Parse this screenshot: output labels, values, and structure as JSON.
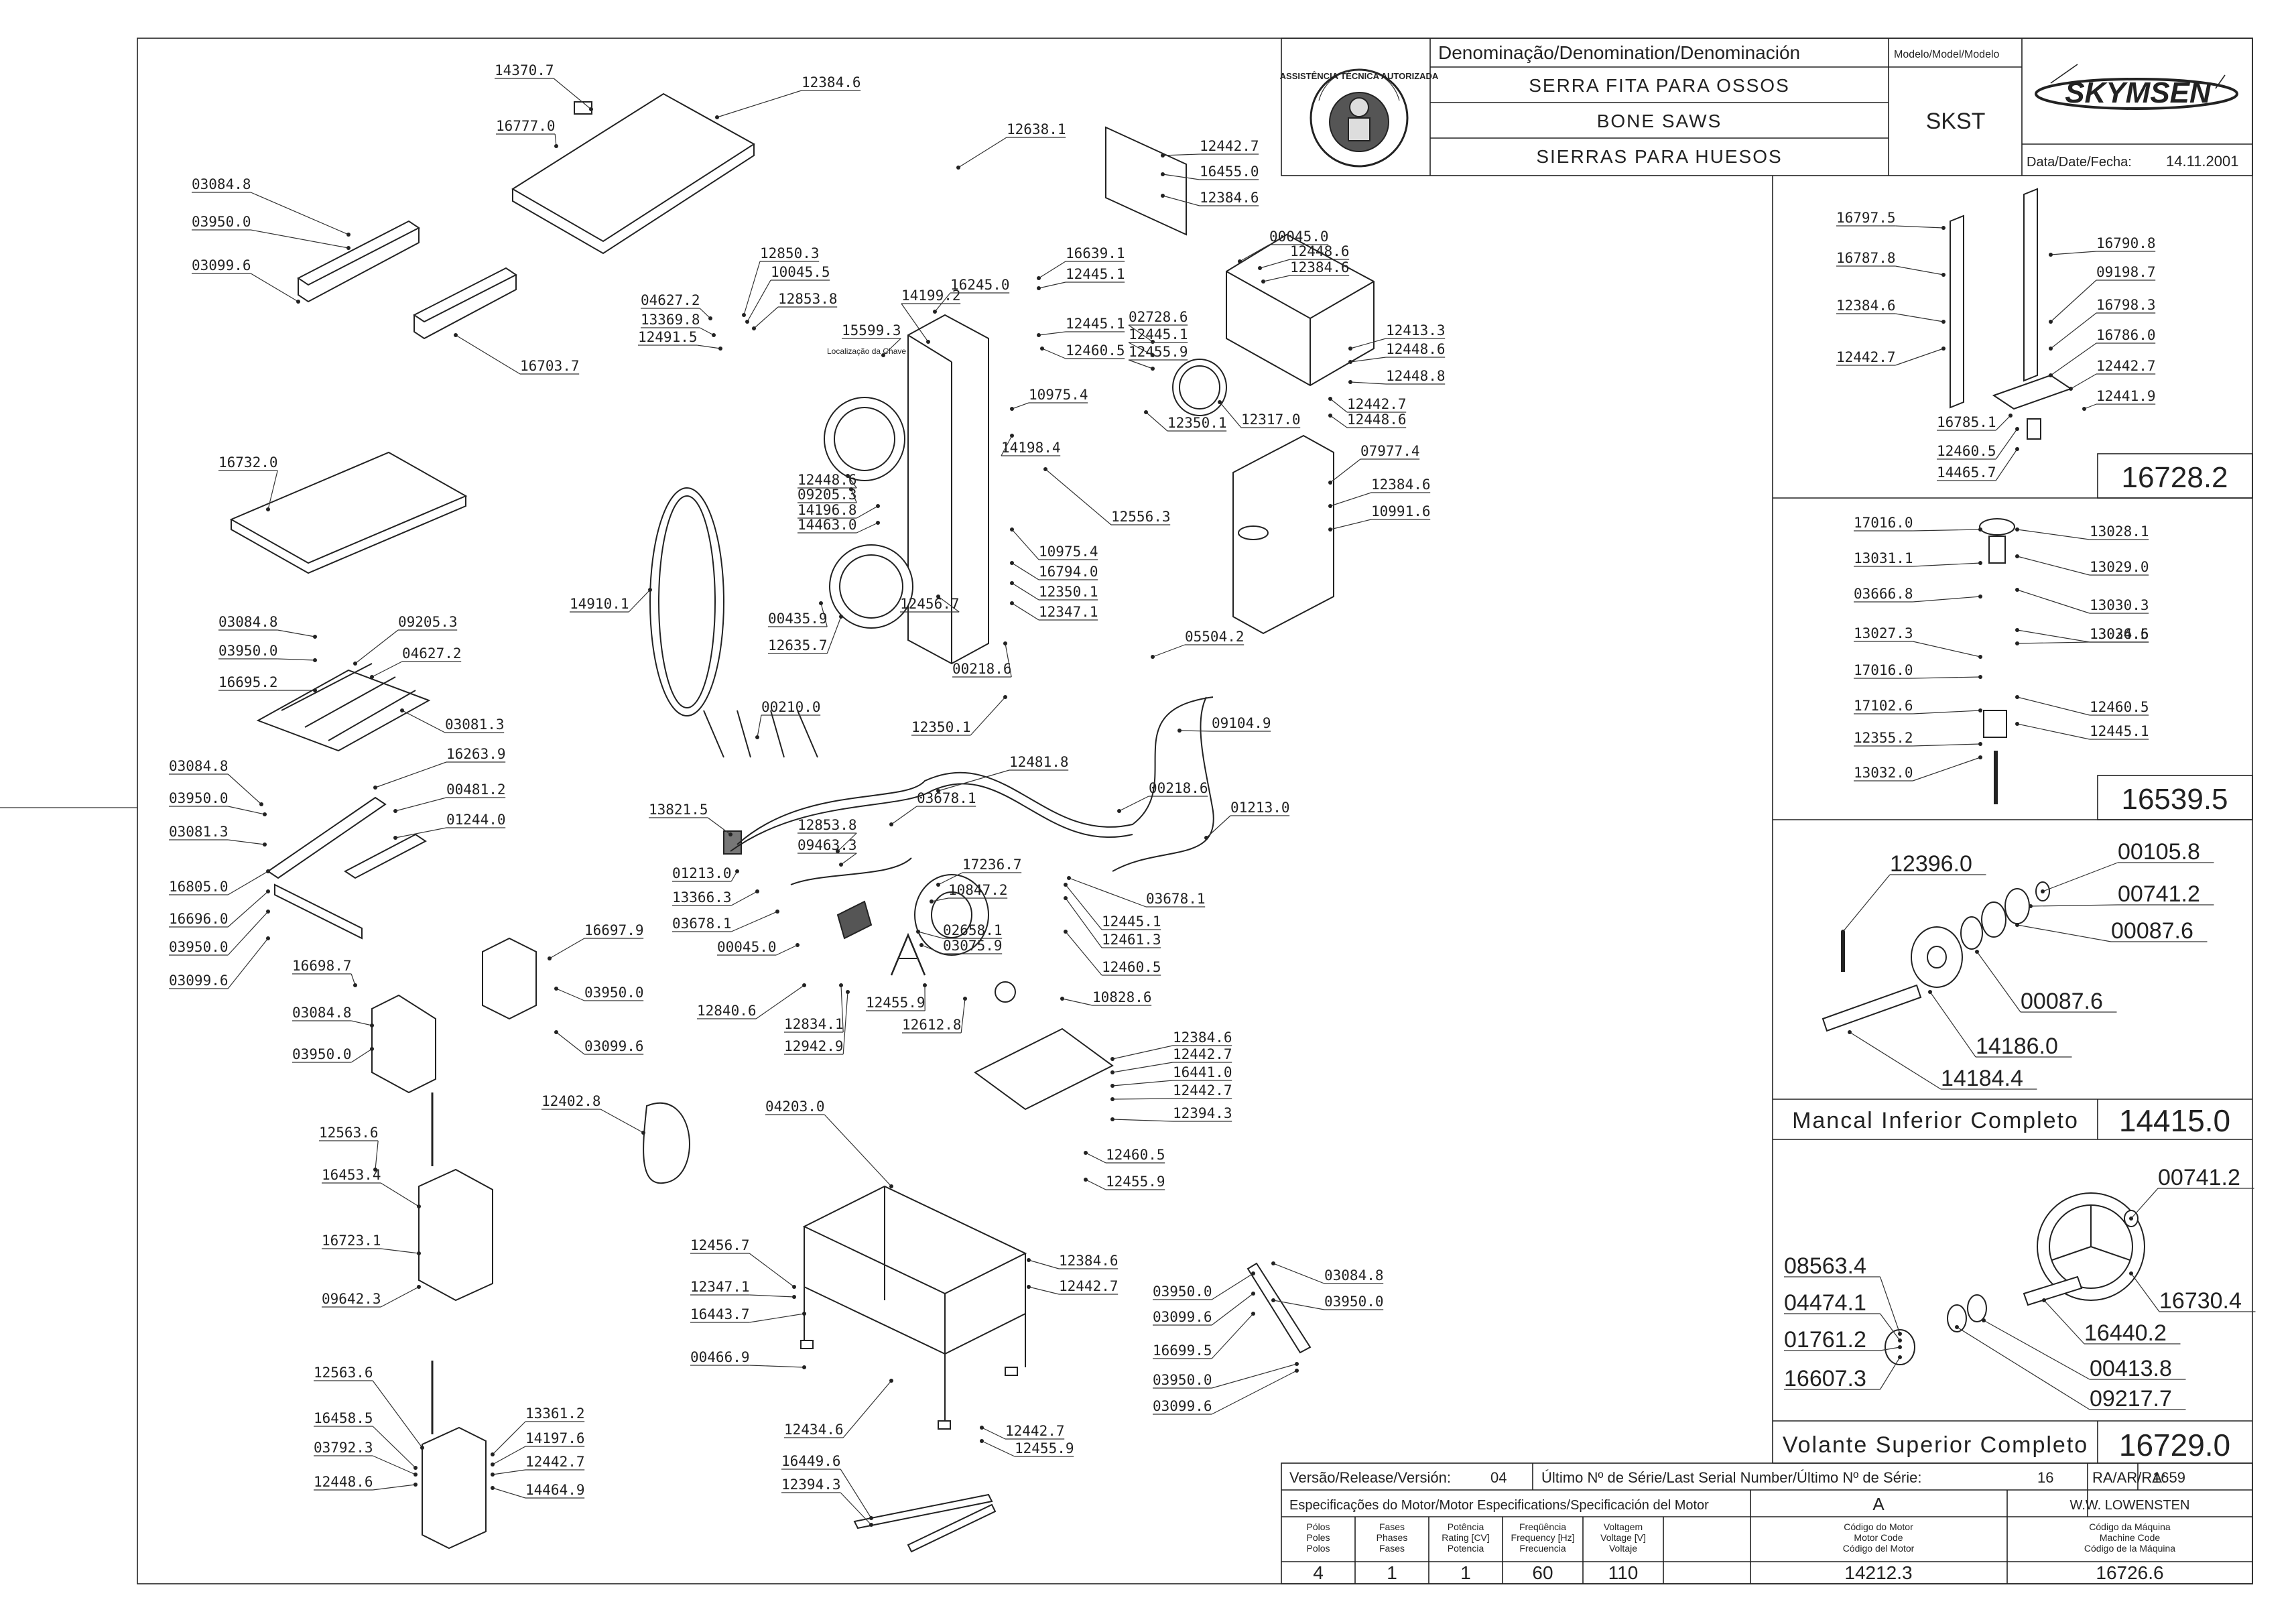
{
  "title_block": {
    "denomination_header": "Denominação/Denomination/Denominación",
    "model_header": "Modelo/Model/Modelo",
    "names": [
      "SERRA FITA PARA OSSOS",
      "BONE SAWS",
      "SIERRAS PARA HUESOS"
    ],
    "model": "SKST",
    "brand": "SKYMSEN",
    "stamp_text": "ASSISTÊNCIA TÉCNICA AUTORIZADA",
    "date_label": "Data/Date/Fecha:",
    "date": "14.11.2001"
  },
  "release_block": {
    "version_label": "Versão/Release/Versión:",
    "version": "04",
    "serial_label": "Último Nº de Série/Last Serial Number/Último Nº de Série:",
    "serial": "16",
    "ra_label": "RA/AR/RA:",
    "ra": "1659",
    "motor_spec_label": "Especificações do Motor/Motor Especifications/Specificación del Motor",
    "motor_letter": "A",
    "motor_maker": "W.W. LOWENSTEN",
    "columns": [
      {
        "header": [
          "Pólos",
          "Poles",
          "Polos"
        ],
        "value": "4"
      },
      {
        "header": [
          "Fases",
          "Phases",
          "Fases"
        ],
        "value": "1"
      },
      {
        "header": [
          "Potência",
          "Rating [CV]",
          "Potencia"
        ],
        "value": "1"
      },
      {
        "header": [
          "Freqüência",
          "Frequency [Hz]",
          "Frecuencia"
        ],
        "value": "60"
      },
      {
        "header": [
          "Voltagem",
          "Voltage [V]",
          "Voltaje"
        ],
        "value": "110"
      },
      {
        "header": [
          "Código do Motor",
          "Motor Code",
          "Código del Motor"
        ],
        "value": "14212.3"
      },
      {
        "header": [
          "Código da Máquina",
          "Machine Code",
          "Código de la Máquina"
        ],
        "value": "16726.6"
      }
    ]
  },
  "sub_assemblies": [
    {
      "name": "",
      "code": "16728.2"
    },
    {
      "name": "",
      "code": "16539.5"
    },
    {
      "name": "Mancal Inferior Completo",
      "code": "14415.0"
    },
    {
      "name": "Volante Superior Completo",
      "code": "16729.0"
    }
  ],
  "annotation": "Localização da Chave",
  "part_labels": [
    "14370.7",
    "12384.6",
    "16777.0",
    "12638.1",
    "12442.7",
    "16455.0",
    "12384.6",
    "03084.8",
    "03950.0",
    "03099.6",
    "16703.7",
    "12850.3",
    "10045.5",
    "12853.8",
    "04627.2",
    "13369.8",
    "12491.5",
    "14199.2",
    "15599.3",
    "16245.0",
    "16639.1",
    "12445.1",
    "12445.1",
    "12460.5",
    "00045.0",
    "12448.6",
    "12384.6",
    "02728.6",
    "12445.1",
    "12455.9",
    "12413.3",
    "12448.6",
    "12448.8",
    "12442.7",
    "12448.6",
    "12350.1",
    "12317.0",
    "10975.4",
    "14198.4",
    "12556.3",
    "07977.4",
    "12384.6",
    "10991.6",
    "16732.0",
    "12448.6",
    "09205.3",
    "14196.8",
    "14463.0",
    "10975.4",
    "16794.0",
    "12350.1",
    "12347.1",
    "14910.1",
    "00435.9",
    "12456.7",
    "12635.7",
    "00218.6",
    "03084.8",
    "09205.3",
    "04627.2",
    "03950.0",
    "16695.2",
    "03081.3",
    "12350.1",
    "03084.8",
    "16263.9",
    "03950.0",
    "00481.2",
    "01244.0",
    "03081.3",
    "16805.0",
    "16696.0",
    "03950.0",
    "03099.6",
    "00210.0",
    "05504.2",
    "09104.9",
    "12481.8",
    "13821.5",
    "03678.1",
    "00218.6",
    "01213.0",
    "12853.8",
    "09463.3",
    "01213.0",
    "13366.3",
    "03678.1",
    "17236.7",
    "10847.2",
    "02658.1",
    "03075.9",
    "00045.0",
    "12840.6",
    "12834.1",
    "12942.9",
    "12455.9",
    "12612.8",
    "12445.1",
    "12461.3",
    "12460.5",
    "03678.1",
    "10828.6",
    "16697.9",
    "03950.0",
    "03099.6",
    "16698.7",
    "03084.8",
    "03950.0",
    "12384.6",
    "12442.7",
    "16441.0",
    "12442.7",
    "12394.3",
    "12460.5",
    "12455.9",
    "12402.8",
    "04203.0",
    "12563.6",
    "16453.4",
    "16723.1",
    "09642.3",
    "12456.7",
    "12347.1",
    "16443.7",
    "00466.9",
    "12434.6",
    "16449.6",
    "12394.3",
    "12384.6",
    "12442.7",
    "12442.7",
    "12455.9",
    "03950.0",
    "03099.6",
    "16699.5",
    "03950.0",
    "03099.6",
    "03084.8",
    "03950.0",
    "12563.6",
    "16458.5",
    "03792.3",
    "12448.6",
    "13361.2",
    "14197.6",
    "12442.7",
    "14464.9",
    "16797.5",
    "16787.8",
    "12384.6",
    "12442.7",
    "16790.8",
    "09198.7",
    "16798.3",
    "16786.0",
    "12442.7",
    "12441.9",
    "16785.1",
    "12460.5",
    "14465.7",
    "17016.0",
    "13031.1",
    "03666.8",
    "13027.3",
    "17016.0",
    "17102.6",
    "12355.2",
    "13032.0",
    "13028.1",
    "13029.0",
    "13030.3",
    "13026.5",
    "13034.6",
    "12460.5",
    "12445.1",
    "12396.0",
    "00105.8",
    "00741.2",
    "00087.6",
    "00087.6",
    "14186.0",
    "14184.4",
    "00741.2",
    "08563.4",
    "04474.1",
    "01761.2",
    "16607.3",
    "16730.4",
    "16440.2",
    "00413.8",
    "09217.7"
  ]
}
